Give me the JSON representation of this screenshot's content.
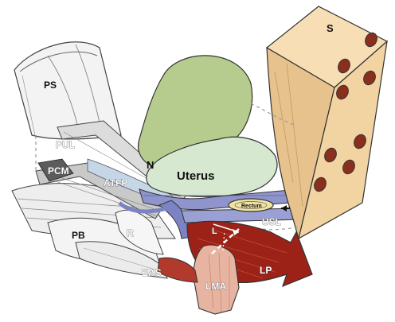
{
  "labels": {
    "S": "S",
    "PS": "PS",
    "PUL": "PUL",
    "PCM": "PCM",
    "ATFP": "ATFP",
    "N": "N",
    "Uterus": "Uterus",
    "Rectum": "Rectum",
    "USL": "USL",
    "PB": "PB",
    "R": "R",
    "L": "L",
    "EAS": "EAS",
    "LMA": "LMA",
    "LP": "LP"
  },
  "colors": {
    "bladder": "#b5cc8e",
    "uterus": "#d6e8cf",
    "sacrum": "#f2d3a2",
    "sacrum_hole": "#8a2f1e",
    "muscle_red": "#9c2218",
    "muscle_pink": "#e8b4a2",
    "fascia_blue": "#6d74b8",
    "bone_gray": "#d9d9d9"
  }
}
